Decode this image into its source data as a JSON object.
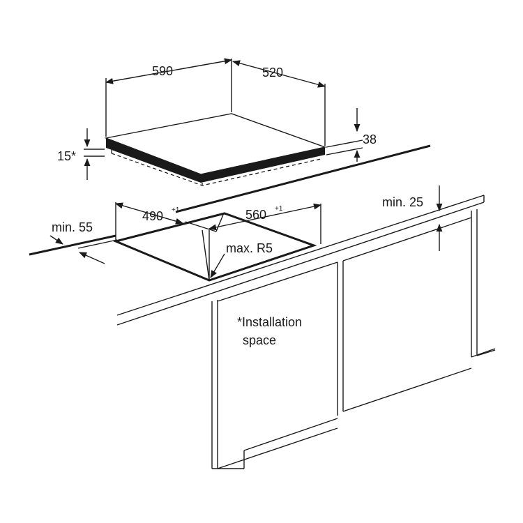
{
  "labels": {
    "width": "590",
    "depth": "520",
    "height_front": "15*",
    "height_total": "38",
    "cutout_width": "490",
    "cutout_width_tol": "+1",
    "cutout_depth": "560",
    "cutout_depth_tol": "+1",
    "min_front": "min. 55",
    "min_wall": "min. 25",
    "max_radius": "max. R5",
    "note_line1": "*Installation",
    "note_line2": "space"
  },
  "colors": {
    "line": "#1a1a1a",
    "background": "#ffffff"
  }
}
